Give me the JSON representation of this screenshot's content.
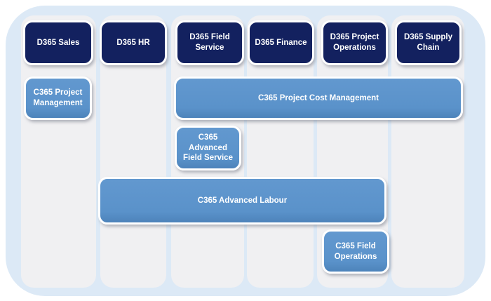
{
  "colors": {
    "page_background": "#ffffff",
    "panel_background": "#dce9f6",
    "lane_background": "#f0f0f2",
    "product_box_background": "#13215f",
    "addon_box_background": "#5b93cb",
    "box_border": "#ffffff",
    "box_text": "#ffffff"
  },
  "products": [
    {
      "label": "D365 Sales"
    },
    {
      "label": "D365 HR"
    },
    {
      "label": "D365 Field\nService"
    },
    {
      "label": "D365 Finance"
    },
    {
      "label": "D365 Project\nOperations"
    },
    {
      "label": "D365 Supply\nChain"
    }
  ],
  "addons": [
    {
      "label": "C365 Project\nManagement"
    },
    {
      "label": "C365 Project Cost Management"
    },
    {
      "label": "C365\nAdvanced\nField Service"
    },
    {
      "label": "C365 Advanced Labour"
    },
    {
      "label": "C365 Field\nOperations"
    }
  ]
}
